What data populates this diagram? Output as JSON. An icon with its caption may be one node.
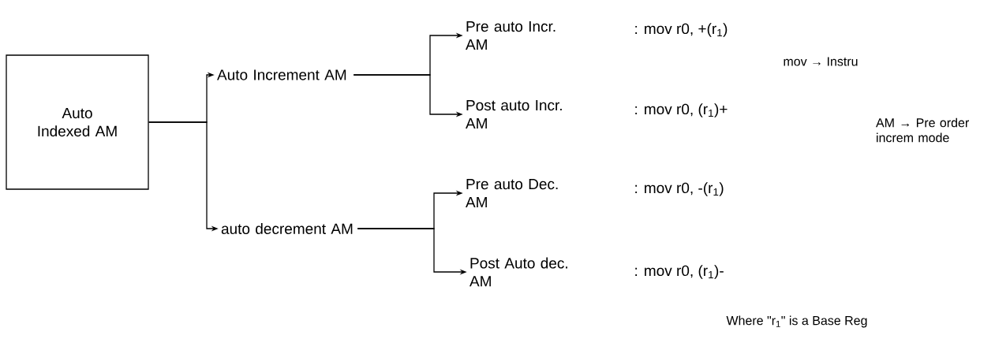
{
  "diagram": {
    "nodes": [
      {
        "text": [
          "Auto Indexed AM"
        ]
      },
      {
        "text": [
          "Auto Increment AM"
        ]
      },
      {
        "text": [
          "auto decrement AM"
        ]
      },
      {
        "text": [
          "Pre auto Incr. AM"
        ]
      },
      {
        "text": [
          "Post auto Incr. AM"
        ]
      },
      {
        "text": [
          "Pre auto Dec. AM"
        ]
      },
      {
        "text": [
          "Post Auto dec. AM"
        ]
      }
    ],
    "edges": [
      {
        "from": 0,
        "to": 1,
        "arrow": "to"
      },
      {
        "from": 0,
        "to": 2,
        "arrow": "to"
      },
      {
        "from": 1,
        "to": 3,
        "arrow": "to"
      },
      {
        "from": 1,
        "to": 4,
        "arrow": "to"
      },
      {
        "from": 2,
        "to": 5,
        "arrow": "to"
      },
      {
        "from": 2,
        "to": 6,
        "arrow": "to"
      }
    ],
    "labels": [
      ": mov r0, +(r$_{1}$)",
      "mov → Instru",
      ": mov r0, (r$_{1}$)+",
      "AM → Pre order increm mode",
      ": mov r0, -(r$_{1}$)",
      ": mov r0, (r$_{1}$)-",
      "Where \"r$_{1}$\" is a Base Reg"
    ]
  }
}
